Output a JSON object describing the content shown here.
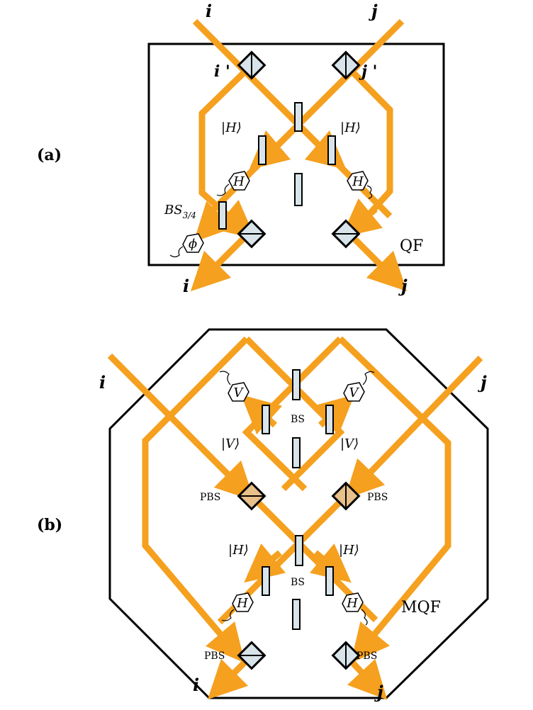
{
  "colors": {
    "beam": "#f5a01e",
    "outline": "#000000",
    "component_fill": "#d8e4ea",
    "component_fill_b": "#e8c08a"
  },
  "panel_a": {
    "label": "(a)",
    "box_label": "QF",
    "in_i": "i",
    "in_j": "j",
    "out_i": "i",
    "out_j": "j",
    "pbs_i_label": "i '",
    "pbs_j_label": "j '",
    "ket_left": "|H⟩",
    "ket_right": "|H⟩",
    "det_left": "H",
    "det_right": "H",
    "det_phi": "ϕ",
    "bs_label": "BS",
    "bs_sub": "3/4"
  },
  "panel_b": {
    "label": "(b)",
    "box_label": "MQF",
    "in_i": "i",
    "in_j": "j",
    "out_i": "i",
    "out_j": "j",
    "ket_v_left": "|V⟩",
    "ket_v_right": "|V⟩",
    "ket_h_left": "|H⟩",
    "ket_h_right": "|H⟩",
    "det_v_left": "V",
    "det_v_right": "V",
    "det_h_left": "H",
    "det_h_right": "H",
    "bs_top": "BS",
    "bs_bottom": "BS",
    "pbs_mid_left": "PBS",
    "pbs_mid_right": "PBS",
    "pbs_bot_left": "PBS",
    "pbs_bot_right": "PBS"
  }
}
